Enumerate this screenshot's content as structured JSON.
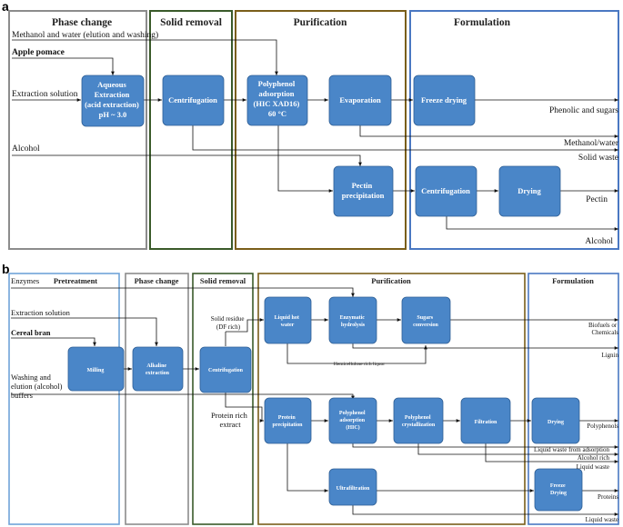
{
  "panel_a": {
    "letter": "a",
    "stages": {
      "phase_change": "Phase change",
      "solid_removal": "Solid removal",
      "purification": "Purification",
      "formulation": "Formulation"
    },
    "inputs": {
      "methanol_water": "Methanol and water (elution and washing)",
      "apple_pomace": "Apple pomace",
      "extraction_solution": "Extraction solution",
      "alcohol": "Alcohol"
    },
    "boxes": {
      "aqueous_extraction": [
        "Aqueous",
        "Extraction",
        "(acid extraction)",
        "pH ~ 3.0"
      ],
      "centrifugation_1": [
        "Centrifugation"
      ],
      "polyphenol_adsorption": [
        "Polyphenol",
        "adsorption",
        "(HIC XAD16)",
        "60 °C"
      ],
      "evaporation": [
        "Evaporation"
      ],
      "freeze_drying": [
        "Freeze drying"
      ],
      "pectin_precipitation": [
        "Pectin",
        "precipitation"
      ],
      "centrifugation_2": [
        "Centrifugation"
      ],
      "drying": [
        "Drying"
      ]
    },
    "outputs": {
      "phenolic_sugars": "Phenolic and sugars",
      "methanol_water": "Methanol/water",
      "solid_waste": "Solid waste",
      "pectin": "Pectin",
      "alcohol": "Alcohol"
    }
  },
  "panel_b": {
    "letter": "b",
    "stages": {
      "pretreatment": "Pretreatment",
      "phase_change": "Phase change",
      "solid_removal": "Solid removal",
      "purification": "Purification",
      "formulation": "Formulation"
    },
    "inputs": {
      "enzymes": "Enzymes",
      "extraction_solution": "Extraction solution",
      "cereal_bran": "Cereal bran",
      "washing": [
        "Washing and",
        "elution (alcohol)",
        "buffers"
      ]
    },
    "labels": {
      "solid_residue": [
        "Solid residue",
        "(DF rich)"
      ],
      "protein_rich": [
        "Protein rich",
        "extract"
      ],
      "hemicellulose": "Hemicellulose rich liquor"
    },
    "boxes": {
      "milling": [
        "Milling"
      ],
      "alkaline_extraction": [
        "Alkaline",
        "extraction"
      ],
      "centrifugation": [
        "Centrifugation"
      ],
      "liquid_hot_water": [
        "Liquid hot",
        "water"
      ],
      "enzymatic_hydrolysis": [
        "Enzymatic",
        "hydrolysis"
      ],
      "sugars_conversion": [
        "Sugars",
        "conversion"
      ],
      "protein_precipitation": [
        "Protein",
        "precipitation"
      ],
      "polyphenol_adsorption": [
        "Polyphenol",
        "adsorption",
        "(HIC)"
      ],
      "polyphenol_crystallization": [
        "Polyphenol",
        "crystallization"
      ],
      "filtration": [
        "Filtration"
      ],
      "drying": [
        "Drying"
      ],
      "ultrafiltration": [
        "Ultrafiltration"
      ],
      "freeze_drying": [
        "Freeze",
        "Drying"
      ]
    },
    "outputs": {
      "biofuels": [
        "Biofuels or",
        "Chemicals"
      ],
      "lignin": "Lignin",
      "polyphenols": "Polyphenols",
      "liquid_waste_adsorption": "Liquid waste from adsorption",
      "alcohol_rich": "Alcohol rich",
      "liquid_waste_1": "Liquid waste",
      "proteins": "Proteins",
      "liquid_waste_2": "Liquid waste"
    }
  },
  "colors": {
    "box_fill": "#4a86c8",
    "phase_change_border": "#8c8c8c",
    "solid_removal_border": "#3a5a2a",
    "purification_border": "#7a5e1a",
    "formulation_border": "#4a78c2",
    "pretreatment_border": "#6fa3d8"
  }
}
